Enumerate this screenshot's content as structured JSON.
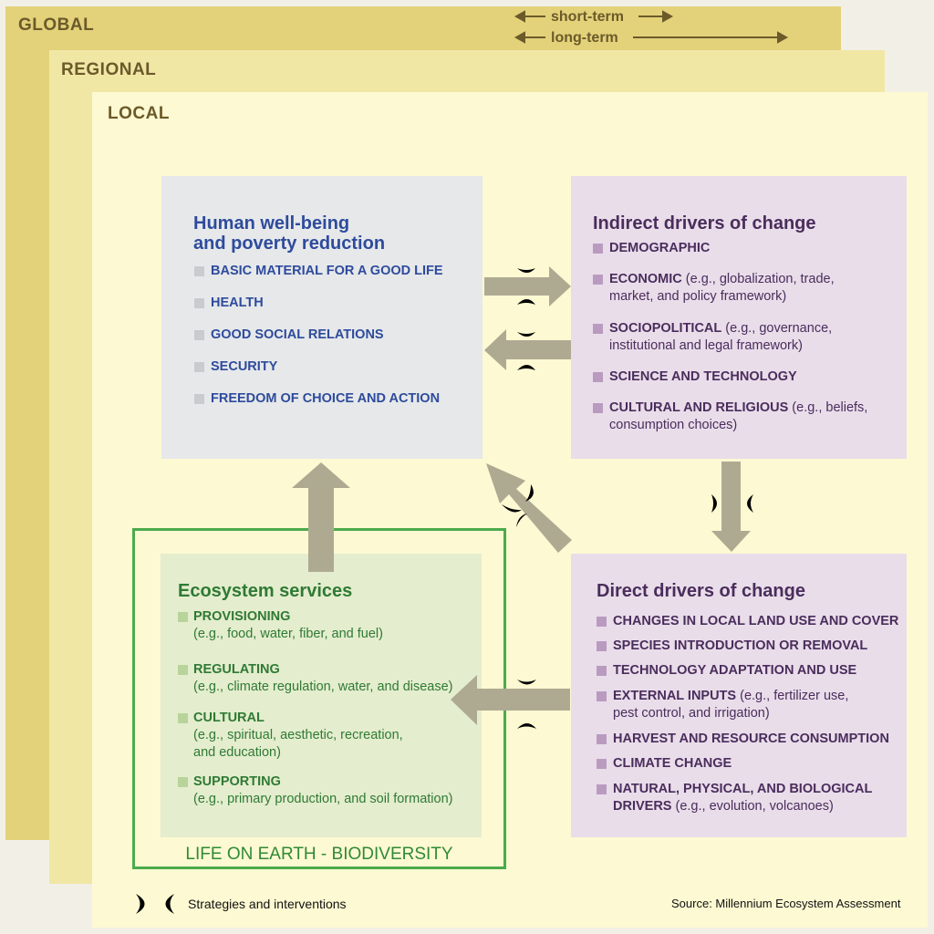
{
  "layers": {
    "global": "GLOBAL",
    "regional": "REGIONAL",
    "local": "LOCAL"
  },
  "timeline": {
    "short_term": "short-term",
    "long_term": "long-term"
  },
  "wellbeing": {
    "title_line1": "Human well-being",
    "title_line2": "and poverty reduction",
    "items": [
      "BASIC MATERIAL FOR A GOOD LIFE",
      "HEALTH",
      "GOOD SOCIAL RELATIONS",
      "SECURITY",
      "FREEDOM OF CHOICE AND ACTION"
    ]
  },
  "indirect": {
    "title": "Indirect drivers of change",
    "items": [
      {
        "head": "DEMOGRAPHIC",
        "detail": ""
      },
      {
        "head": "ECONOMIC",
        "detail": " (e.g., globalization, trade,",
        "detail2": "market, and policy framework)"
      },
      {
        "head": "SOCIOPOLITICAL",
        "detail": " (e.g., governance,",
        "detail2": "institutional and legal framework)"
      },
      {
        "head": "SCIENCE AND TECHNOLOGY",
        "detail": ""
      },
      {
        "head": "CULTURAL AND RELIGIOUS",
        "detail": " (e.g., beliefs,",
        "detail2": "consumption choices)"
      }
    ]
  },
  "direct": {
    "title": "Direct drivers of change",
    "items": [
      {
        "head": "CHANGES IN LOCAL LAND USE AND COVER",
        "detail": ""
      },
      {
        "head": "SPECIES INTRODUCTION OR REMOVAL",
        "detail": ""
      },
      {
        "head": "TECHNOLOGY ADAPTATION AND USE",
        "detail": ""
      },
      {
        "head": "EXTERNAL INPUTS",
        "detail": " (e.g., fertilizer use,",
        "detail2": "pest control, and irrigation)"
      },
      {
        "head": "HARVEST AND RESOURCE CONSUMPTION",
        "detail": ""
      },
      {
        "head": "CLIMATE CHANGE",
        "detail": ""
      },
      {
        "head": "NATURAL, PHYSICAL, AND BIOLOGICAL",
        "head2": "DRIVERS",
        "detail2": " (e.g., evolution, volcanoes)"
      }
    ]
  },
  "ecosystem": {
    "title": "Ecosystem services",
    "items": [
      {
        "head": "PROVISIONING",
        "detail": "(e.g., food, water, fiber, and fuel)"
      },
      {
        "head": "REGULATING",
        "detail": "(e.g., climate regulation, water, and disease)"
      },
      {
        "head": "CULTURAL",
        "detail": "(e.g., spiritual, aesthetic, recreation,",
        "detail2": "and education)"
      },
      {
        "head": "SUPPORTING",
        "detail": "(e.g., primary production, and soil formation)"
      }
    ]
  },
  "life_label": "LIFE ON EARTH - BIODIVERSITY",
  "legend_label": "Strategies and interventions",
  "source_label": "Source: Millennium Ecosystem Assessment",
  "colors": {
    "global": "#e3d27a",
    "regional": "#f1e7a5",
    "local": "#fdf9d2",
    "wellbeing": "#e6e8ea",
    "drivers": "#e9ddea",
    "ecosystem": "#e4edce",
    "arrow": "#aeaa92",
    "frame": "#4caa4c"
  }
}
